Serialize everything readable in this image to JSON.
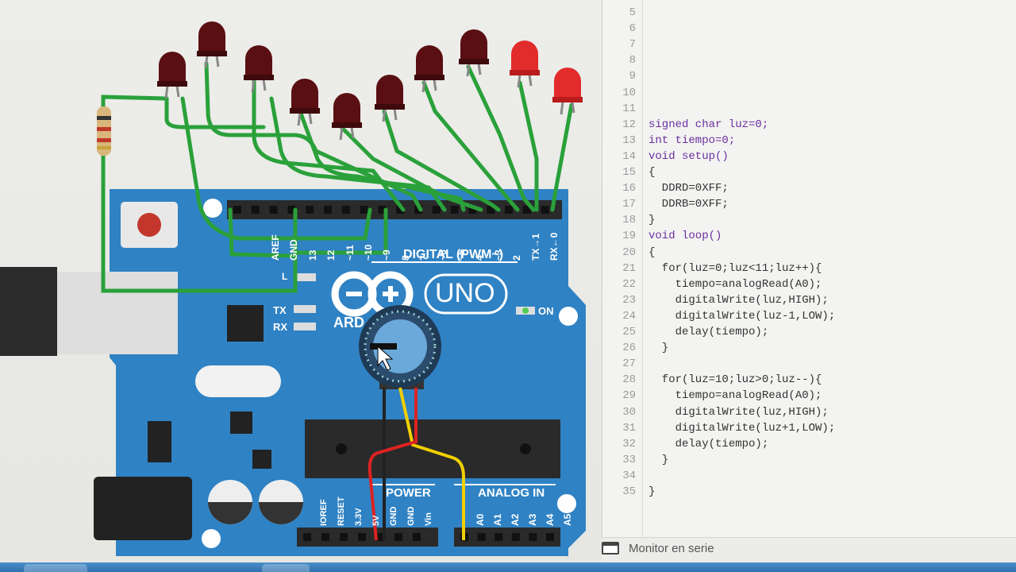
{
  "circuit": {
    "digital_pins": [
      "AREF",
      "GND",
      "13",
      "12",
      "~11",
      "~10",
      "~9",
      "8",
      "7",
      "~6",
      "~5",
      "4",
      "~3",
      "2",
      "TX→1",
      "RX←0"
    ],
    "digital_header_label": "DIGITAL (PWM~)",
    "brand": "ARD",
    "model": "UNO",
    "on_label": "ON",
    "l_label": "L",
    "tx_label": "TX",
    "rx_label": "RX",
    "power_label": "POWER",
    "analog_label": "ANALOG IN",
    "power_pins": [
      "IOREF",
      "RESET",
      "3.3V",
      "5V",
      "GND",
      "GND",
      "Vin"
    ],
    "analog_pins": [
      "A0",
      "A1",
      "A2",
      "A3",
      "A4",
      "A5"
    ],
    "led_count": 10,
    "colors": {
      "board": "#2f82c4",
      "led_off": "#5a0f12",
      "led_on": "#e22b2b",
      "wire": "#2aa13a"
    }
  },
  "code": {
    "lines": [
      {
        "n": "5",
        "text": ""
      },
      {
        "n": "6",
        "text": ""
      },
      {
        "n": "7",
        "text": ""
      },
      {
        "n": "8",
        "text": ""
      },
      {
        "n": "9",
        "text": ""
      },
      {
        "n": "10",
        "text": ""
      },
      {
        "n": "11",
        "text": ""
      },
      {
        "n": "12",
        "text": "signed char luz=0;"
      },
      {
        "n": "13",
        "text": "int tiempo=0;"
      },
      {
        "n": "14",
        "text": "void setup()"
      },
      {
        "n": "15",
        "text": "{"
      },
      {
        "n": "16",
        "text": "  DDRD=0XFF;"
      },
      {
        "n": "17",
        "text": "  DDRB=0XFF;"
      },
      {
        "n": "18",
        "text": "}"
      },
      {
        "n": "19",
        "text": "void loop()"
      },
      {
        "n": "20",
        "text": "{"
      },
      {
        "n": "21",
        "text": "  for(luz=0;luz<11;luz++){"
      },
      {
        "n": "22",
        "text": "    tiempo=analogRead(A0);"
      },
      {
        "n": "23",
        "text": "    digitalWrite(luz,HIGH);"
      },
      {
        "n": "24",
        "text": "    digitalWrite(luz-1,LOW);"
      },
      {
        "n": "25",
        "text": "    delay(tiempo);"
      },
      {
        "n": "26",
        "text": "  }"
      },
      {
        "n": "27",
        "text": ""
      },
      {
        "n": "28",
        "text": "  for(luz=10;luz>0;luz--){"
      },
      {
        "n": "29",
        "text": "    tiempo=analogRead(A0);"
      },
      {
        "n": "30",
        "text": "    digitalWrite(luz,HIGH);"
      },
      {
        "n": "31",
        "text": "    digitalWrite(luz+1,LOW);"
      },
      {
        "n": "32",
        "text": "    delay(tiempo);"
      },
      {
        "n": "33",
        "text": "  }"
      },
      {
        "n": "34",
        "text": ""
      },
      {
        "n": "35",
        "text": "}"
      }
    ]
  },
  "serial_monitor": {
    "label": "Monitor en serie",
    "icon": "serial-monitor-icon"
  }
}
